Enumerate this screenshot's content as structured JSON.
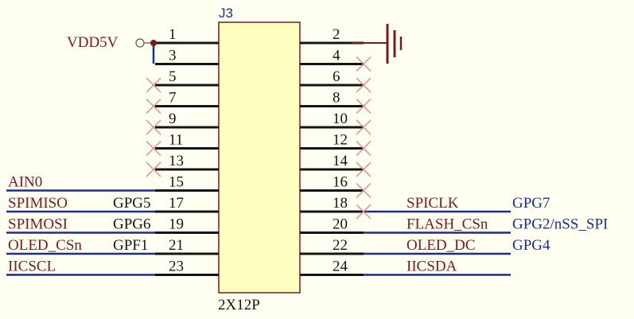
{
  "component": {
    "designator": "J3",
    "value": "2X12P"
  },
  "power": {
    "label": "VDD5V"
  },
  "pins": [
    "1",
    "2",
    "3",
    "4",
    "5",
    "6",
    "7",
    "8",
    "9",
    "10",
    "11",
    "12",
    "13",
    "14",
    "15",
    "16",
    "17",
    "18",
    "19",
    "20",
    "21",
    "22",
    "23",
    "24"
  ],
  "left_nets": [
    {
      "pin": "15",
      "net": "AIN0",
      "port": ""
    },
    {
      "pin": "17",
      "net": "SPIMISO",
      "port": "GPG5"
    },
    {
      "pin": "19",
      "net": "SPIMOSI",
      "port": "GPG6"
    },
    {
      "pin": "21",
      "net": "OLED_CSn",
      "port": "GPF1"
    },
    {
      "pin": "23",
      "net": "IICSCL",
      "port": ""
    }
  ],
  "right_nets": [
    {
      "pin": "18",
      "net": "SPICLK",
      "port": "GPG7"
    },
    {
      "pin": "20",
      "net": "FLASH_CSn",
      "port": "GPG2/nSS_SPI"
    },
    {
      "pin": "22",
      "net": "OLED_DC",
      "port": "GPG4"
    },
    {
      "pin": "24",
      "net": "IICSDA",
      "port": ""
    }
  ],
  "no_connect_pins": [
    "4",
    "5",
    "6",
    "7",
    "8",
    "9",
    "10",
    "11",
    "12",
    "13",
    "14",
    "16",
    "18"
  ],
  "colors": {
    "background": "#fffff2",
    "wire": "#1a2e8a",
    "pin": "#141414",
    "net_label": "#7a1a1a",
    "no_connect": "#e08a8a",
    "body_fill": "#ffffc0",
    "body_stroke": "#7a1a1a"
  }
}
